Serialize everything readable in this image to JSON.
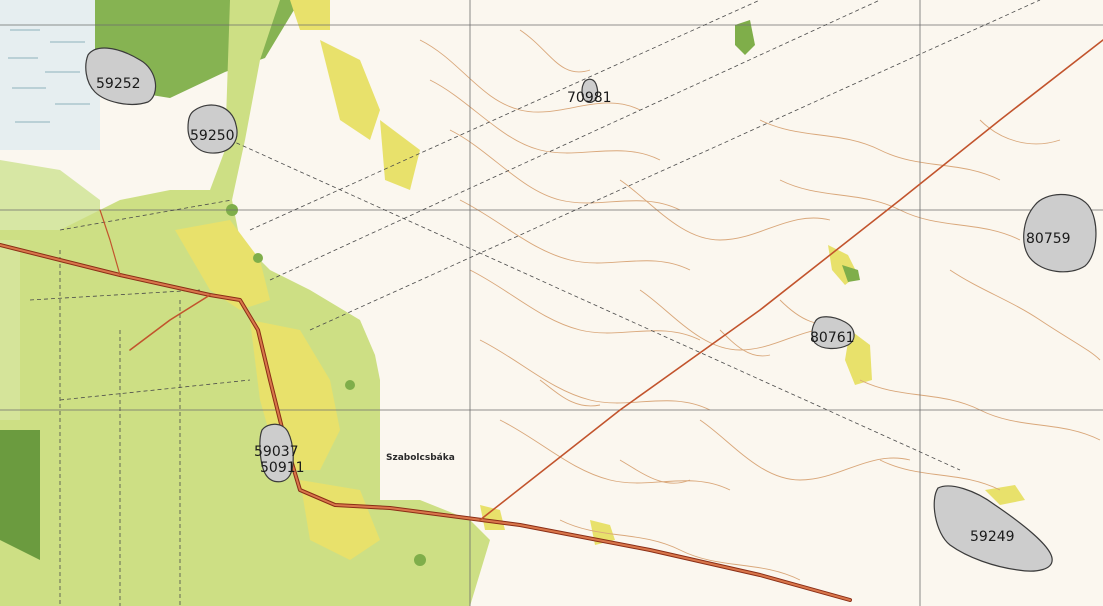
{
  "map": {
    "colors": {
      "paper": "#fbf7ef",
      "forest_dark": "#7fae4a",
      "forest_light": "#c9dc7c",
      "village": "#e7e066",
      "contour": "#d9a77a",
      "road": "#c2542d",
      "road_outline": "#8a2e16",
      "grid": "#6c6c6c",
      "marsh": "#b9d1d6",
      "site_fill": "#cdcdcd",
      "site_stroke": "#3b3b3b"
    },
    "place_labels": [
      {
        "id": "szabolcsbaka",
        "text": "Szabolcsbáka"
      }
    ],
    "sites": [
      {
        "id": "59252",
        "label": "59252"
      },
      {
        "id": "59250",
        "label": "59250"
      },
      {
        "id": "70981",
        "label": "70981"
      },
      {
        "id": "80759",
        "label": "80759"
      },
      {
        "id": "80761",
        "label": "80761"
      },
      {
        "id": "59037",
        "label": "59037"
      },
      {
        "id": "50911",
        "label": "50911"
      },
      {
        "id": "59249",
        "label": "59249"
      }
    ]
  }
}
